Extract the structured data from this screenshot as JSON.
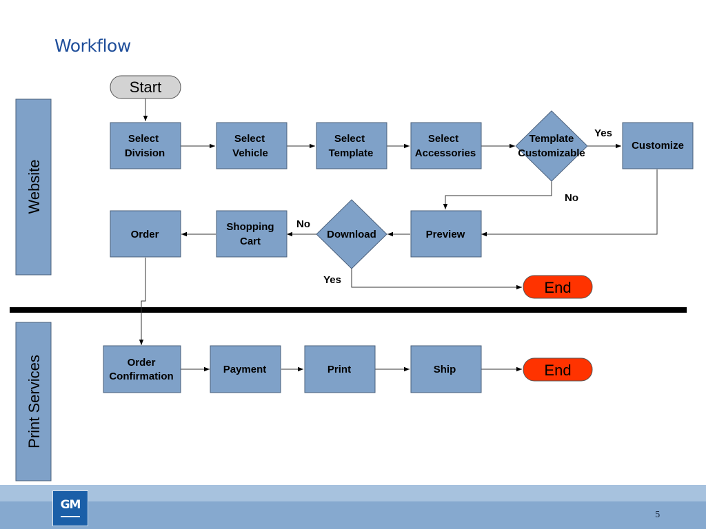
{
  "title": "Workflow",
  "lanes": {
    "website": "Website",
    "print_services": "Print Services"
  },
  "nodes": {
    "start": "Start",
    "select_division": [
      "Select",
      "Division"
    ],
    "select_vehicle": [
      "Select",
      "Vehicle"
    ],
    "select_template": [
      "Select",
      "Template"
    ],
    "select_accessories": [
      "Select",
      "Accessories"
    ],
    "template_customizable": [
      "Template",
      "Customizable"
    ],
    "customize": "Customize",
    "preview": "Preview",
    "download": "Download",
    "shopping_cart": [
      "Shopping",
      "Cart"
    ],
    "order": "Order",
    "end_website": "End",
    "order_confirmation": [
      "Order",
      "Confirmation"
    ],
    "payment": "Payment",
    "print": "Print",
    "ship": "Ship",
    "end_print": "End"
  },
  "edge_labels": {
    "customizable_yes": "Yes",
    "customizable_no": "No",
    "download_no": "No",
    "download_yes": "Yes"
  },
  "footer": {
    "logo": "GM",
    "page_number": "5"
  },
  "colors": {
    "process_fill": "#7fa1c8",
    "start_fill": "#d3d3d3",
    "end_fill": "#ff3300",
    "title": "#1f4e9a",
    "footer_band": "#86a9cf"
  }
}
